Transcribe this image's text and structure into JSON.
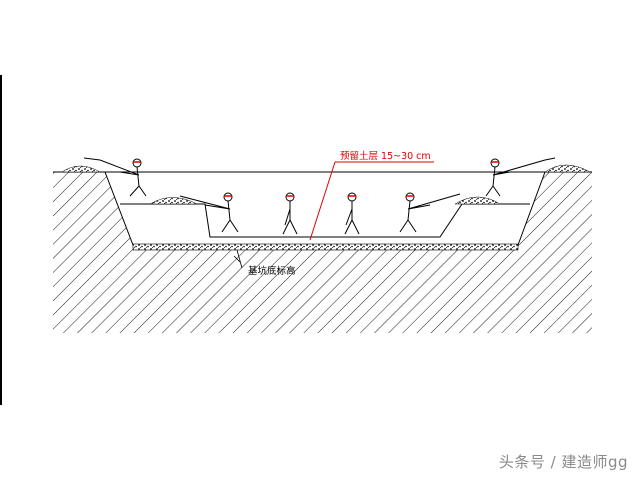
{
  "labels": {
    "reserved_soil": "预留土层 15~30 cm",
    "pit_bottom_elevation": "基坑底标高"
  },
  "watermark": "头条号 / 建造师gg",
  "colors": {
    "annotation": "#e00000",
    "lines": "#000000",
    "helmet": "#e00000"
  }
}
